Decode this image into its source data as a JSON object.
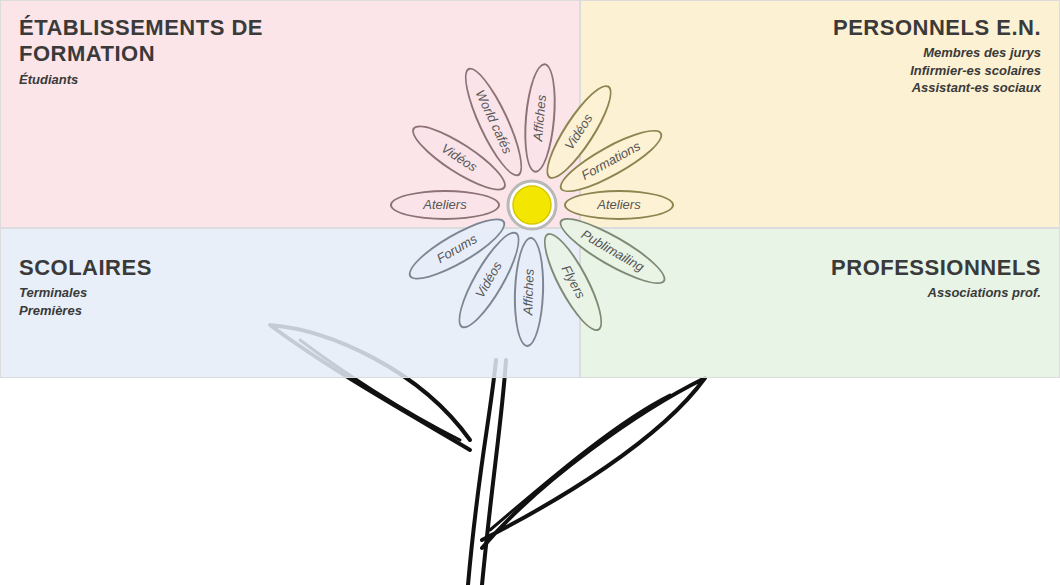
{
  "diagram": {
    "nodes": [
      {
        "text": [
          "ÉTABLISSEMENTS DE FORMATION",
          "Étudiants"
        ]
      },
      {
        "text": [
          "PERSONNELS E.N.",
          "Membres des jurys",
          "Infirmier-es scolaires",
          "Assistant-es sociaux"
        ]
      },
      {
        "text": [
          "SCOLAIRES",
          "Terminales",
          "Premières"
        ]
      },
      {
        "text": [
          "PROFESSIONNELS",
          "Associations prof."
        ]
      },
      {
        "text": [
          "Ateliers"
        ]
      },
      {
        "text": [
          "Vidéos"
        ]
      },
      {
        "text": [
          "World cafés"
        ]
      },
      {
        "text": [
          "Affiches"
        ]
      },
      {
        "text": [
          "Vidéos"
        ]
      },
      {
        "text": [
          "Formations"
        ]
      },
      {
        "text": [
          "Ateliers"
        ]
      },
      {
        "text": [
          "Publimailing"
        ]
      },
      {
        "text": [
          "Flyers"
        ]
      },
      {
        "text": [
          "Affiches"
        ]
      },
      {
        "text": [
          "Vidéos"
        ]
      },
      {
        "text": [
          "Forums"
        ]
      }
    ]
  }
}
